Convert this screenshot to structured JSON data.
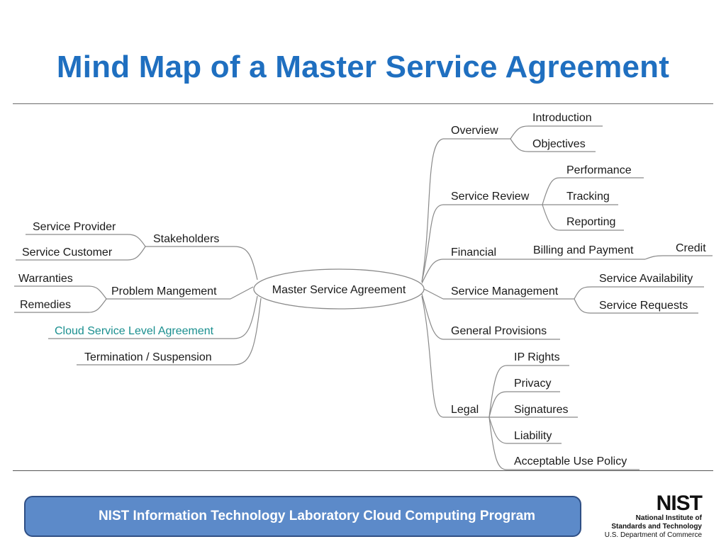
{
  "slide": {
    "title": "Mind Map of a Master Service Agreement",
    "footer_banner": "NIST Information Technology Laboratory Cloud Computing Program"
  },
  "logo": {
    "mark": "NIST",
    "line1": "National Institute of",
    "line2": "Standards and Technology",
    "line3": "U.S. Department of Commerce"
  },
  "mindmap": {
    "center": "Master Service Agreement",
    "left": [
      {
        "label": "Stakeholders",
        "children": [
          "Service Provider",
          "Service Customer"
        ]
      },
      {
        "label": "Problem Mangement",
        "children": [
          "Warranties",
          "Remedies"
        ]
      },
      {
        "label": "Cloud Service Level Agreement",
        "children": []
      },
      {
        "label": "Termination / Suspension",
        "children": []
      }
    ],
    "right": [
      {
        "label": "Overview",
        "children": [
          "Introduction",
          "Objectives"
        ]
      },
      {
        "label": "Service Review",
        "children": [
          "Performance",
          "Tracking",
          "Reporting"
        ]
      },
      {
        "label": "Financial",
        "children": [
          "Billing and Payment"
        ],
        "grandchildren": [
          "Credit"
        ]
      },
      {
        "label": "Service Management",
        "children": [
          "Service Availability",
          "Service Requests"
        ]
      },
      {
        "label": "General Provisions",
        "children": []
      },
      {
        "label": "Legal",
        "children": [
          "IP Rights",
          "Privacy",
          "Signatures",
          "Liability",
          "Acceptable Use Policy"
        ]
      }
    ]
  }
}
